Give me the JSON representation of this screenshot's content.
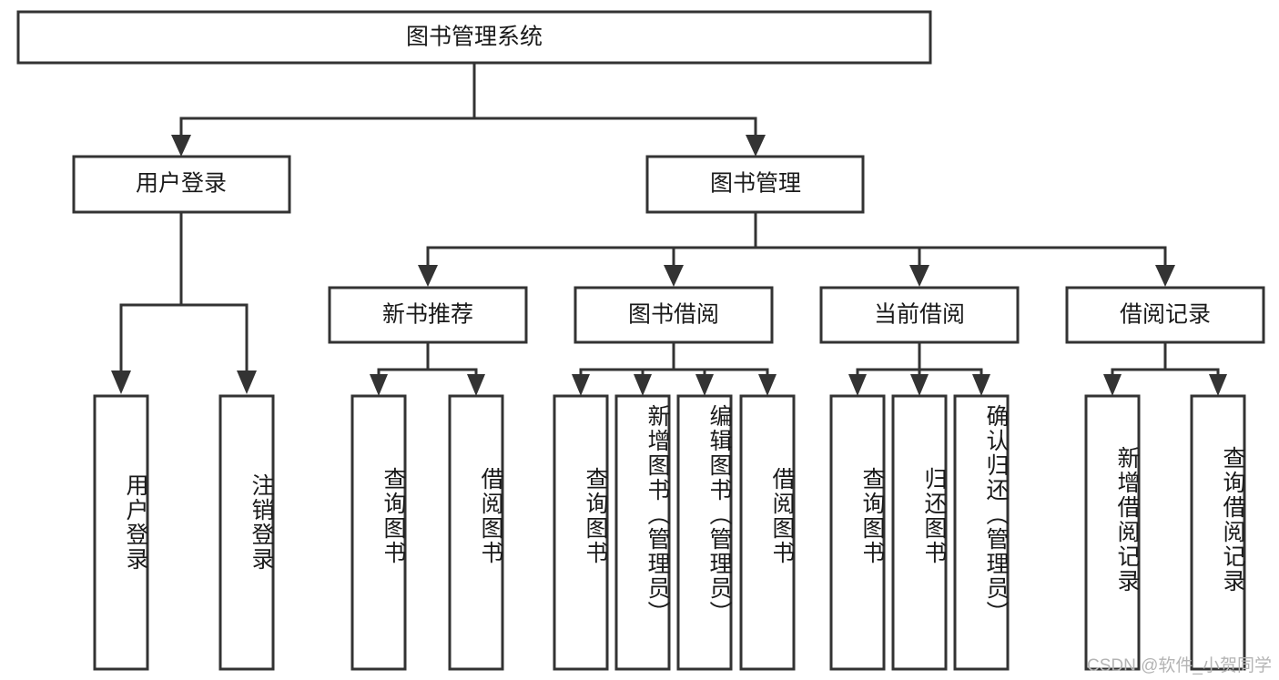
{
  "diagram": {
    "type": "tree",
    "title": "图书管理系统",
    "root": {
      "id": "root",
      "label": "图书管理系统",
      "orientation": "horizontal"
    },
    "level2": [
      {
        "id": "user-login",
        "label": "用户登录",
        "orientation": "horizontal"
      },
      {
        "id": "book-manage",
        "label": "图书管理",
        "orientation": "horizontal"
      }
    ],
    "level3": [
      {
        "id": "new-book-recommend",
        "label": "新书推荐",
        "orientation": "horizontal",
        "parent": "book-manage"
      },
      {
        "id": "book-borrow",
        "label": "图书借阅",
        "orientation": "horizontal",
        "parent": "book-manage"
      },
      {
        "id": "current-borrow",
        "label": "当前借阅",
        "orientation": "horizontal",
        "parent": "book-manage"
      },
      {
        "id": "borrow-record",
        "label": "借阅记录",
        "orientation": "horizontal",
        "parent": "book-manage"
      }
    ],
    "leaves": [
      {
        "id": "leaf-user-login",
        "label": "用户登录",
        "parent": "user-login",
        "orientation": "vertical"
      },
      {
        "id": "leaf-user-logout",
        "label": "注销登录",
        "parent": "user-login",
        "orientation": "vertical"
      },
      {
        "id": "leaf-query-book-1",
        "label": "查询图书",
        "parent": "new-book-recommend",
        "orientation": "vertical"
      },
      {
        "id": "leaf-borrow-book-1",
        "label": "借阅图书",
        "parent": "new-book-recommend",
        "orientation": "vertical"
      },
      {
        "id": "leaf-query-book-2",
        "label": "查询图书",
        "parent": "book-borrow",
        "orientation": "vertical"
      },
      {
        "id": "leaf-add-book",
        "label": "新增图书（管理员）",
        "parent": "book-borrow",
        "orientation": "vertical"
      },
      {
        "id": "leaf-edit-book",
        "label": "编辑图书（管理员）",
        "parent": "book-borrow",
        "orientation": "vertical"
      },
      {
        "id": "leaf-borrow-book-2",
        "label": "借阅图书",
        "parent": "book-borrow",
        "orientation": "vertical"
      },
      {
        "id": "leaf-query-book-3",
        "label": "查询图书",
        "parent": "current-borrow",
        "orientation": "vertical"
      },
      {
        "id": "leaf-return-book",
        "label": "归还图书",
        "parent": "current-borrow",
        "orientation": "vertical"
      },
      {
        "id": "leaf-confirm-return",
        "label": "确认归还（管理员）",
        "parent": "current-borrow",
        "orientation": "vertical"
      },
      {
        "id": "leaf-add-record",
        "label": "新增借阅记录",
        "parent": "borrow-record",
        "orientation": "vertical"
      },
      {
        "id": "leaf-query-record",
        "label": "查询借阅记录",
        "parent": "borrow-record",
        "orientation": "vertical"
      }
    ],
    "colors": {
      "box_stroke": "#333333",
      "box_fill": "#ffffff",
      "text": "#1a1a1a",
      "connector": "#333333",
      "watermark": "#b4b4b4",
      "background": "#ffffff"
    }
  },
  "watermark": {
    "text": "CSDN @软件_小贺同学"
  }
}
